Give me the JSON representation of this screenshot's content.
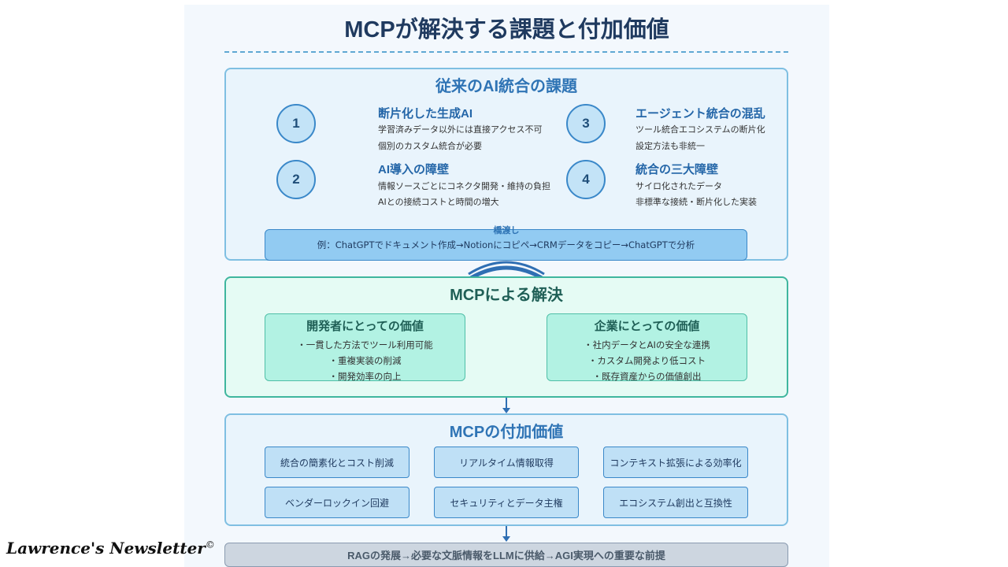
{
  "title": "MCPが解決する課題と付加価値",
  "challenges": {
    "heading": "従来のAI統合の課題",
    "items": [
      {
        "num": "1",
        "title": "断片化した生成AI",
        "lines": [
          "学習済みデータ以外には直接アクセス不可",
          "個別のカスタム統合が必要"
        ]
      },
      {
        "num": "2",
        "title": "AI導入の障壁",
        "lines": [
          "情報ソースごとにコネクタ開発・維持の負担",
          "AIとの接続コストと時間の増大"
        ]
      },
      {
        "num": "3",
        "title": "エージェント統合の混乱",
        "lines": [
          "ツール統合エコシステムの断片化",
          "設定方法も非統一"
        ]
      },
      {
        "num": "4",
        "title": "統合の三大障壁",
        "lines": [
          "サイロ化されたデータ",
          "非標準な接続・断片化した実装"
        ]
      }
    ],
    "example": "例：ChatGPTでドキュメント作成→Notionにコピペ→CRMデータをコピー→ChatGPTで分析"
  },
  "bridge": {
    "label": "橋渡し"
  },
  "solution": {
    "heading": "MCPによる解決",
    "developer": {
      "title": "開発者にとっての価値",
      "items": [
        "・一貫した方法でツール利用可能",
        "・重複実装の削減",
        "・開発効率の向上"
      ]
    },
    "enterprise": {
      "title": "企業にとっての価値",
      "items": [
        "・社内データとAIの安全な連携",
        "・カスタム開発より低コスト",
        "・既存資産からの価値創出"
      ]
    }
  },
  "value": {
    "heading": "MCPの付加価値",
    "items": [
      "統合の簡素化とコスト削減",
      "リアルタイム情報取得",
      "コンテキスト拡張による効率化",
      "ベンダーロックイン回避",
      "セキュリティとデータ主権",
      "エコシステム創出と互換性"
    ]
  },
  "bottom": "RAGの発展→必要な文脈情報をLLMに供給→AGI実現への重要な前提",
  "watermark": "Lawrence's Newsletter",
  "watermark_mark": "©",
  "colors": {
    "accent_blue": "#2f74b5",
    "accent_green": "#3fb69e",
    "title": "#1f3a5f"
  }
}
